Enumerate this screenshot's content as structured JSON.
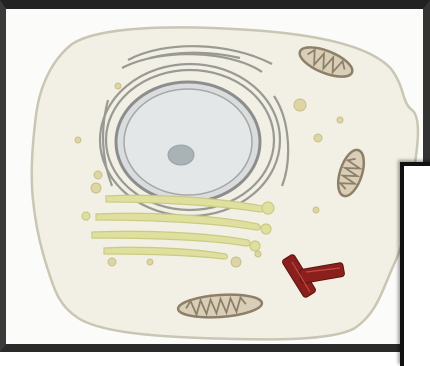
{
  "figure": {
    "colors": {
      "frame": "#222222",
      "background": "#fbfbf9",
      "cytoplasm": "#f2f0e4",
      "membrane": "#c9c6b4",
      "nuclear_envelope": "#8d8d8d",
      "nucleus": "#d9dddd",
      "nucleolus": "#a9b3b6",
      "golgi": "#dfe09e",
      "mitochondria": "#8e8068",
      "centrioles": "#8a1f1c",
      "vesicles": "#ddd6a4"
    },
    "organelles": [
      "cell-membrane",
      "nucleus",
      "nucleolus",
      "endoplasmic-reticulum",
      "golgi-apparatus",
      "mitochondria",
      "centrioles",
      "vesicles"
    ]
  }
}
